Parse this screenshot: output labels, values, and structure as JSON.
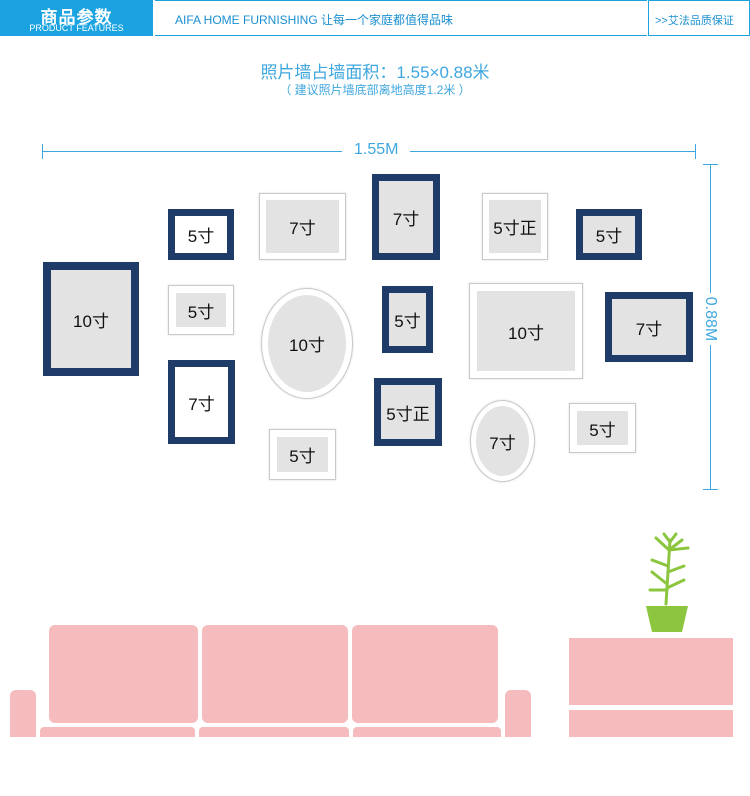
{
  "header": {
    "section_title": "商品参数",
    "section_subtitle": "PRODUCT FEATURES",
    "brand_text": "AIFA HOME FURNISHING  让每一个家庭都值得品味",
    "guarantee_text": ">>艾法品质保证"
  },
  "main": {
    "title": "照片墙占墙面积：1.55×0.88米",
    "subtitle": "（ 建议照片墙底部离地高度1.2米 ）",
    "width_label": "1.55M",
    "height_label": "0.88M"
  },
  "frames": [
    {
      "label": "5寸",
      "style": "blue"
    },
    {
      "label": "7寸",
      "style": "white"
    },
    {
      "label": "7寸",
      "style": "blue"
    },
    {
      "label": "5寸正",
      "style": "white"
    },
    {
      "label": "5寸",
      "style": "blue"
    },
    {
      "label": "10寸",
      "style": "blue"
    },
    {
      "label": "5寸",
      "style": "white"
    },
    {
      "label": "10寸",
      "style": "white-oval"
    },
    {
      "label": "5寸",
      "style": "blue"
    },
    {
      "label": "10寸",
      "style": "white"
    },
    {
      "label": "7寸",
      "style": "blue"
    },
    {
      "label": "7寸",
      "style": "blue"
    },
    {
      "label": "5寸正",
      "style": "blue"
    },
    {
      "label": "7寸",
      "style": "white-oval"
    },
    {
      "label": "5寸",
      "style": "white"
    },
    {
      "label": "5寸",
      "style": "white"
    }
  ],
  "colors": {
    "accent": "#1aa3e0",
    "frame_blue": "#1f3c69",
    "sofa_pink": "#f5bbbd",
    "plant_green": "#8cc63f"
  }
}
